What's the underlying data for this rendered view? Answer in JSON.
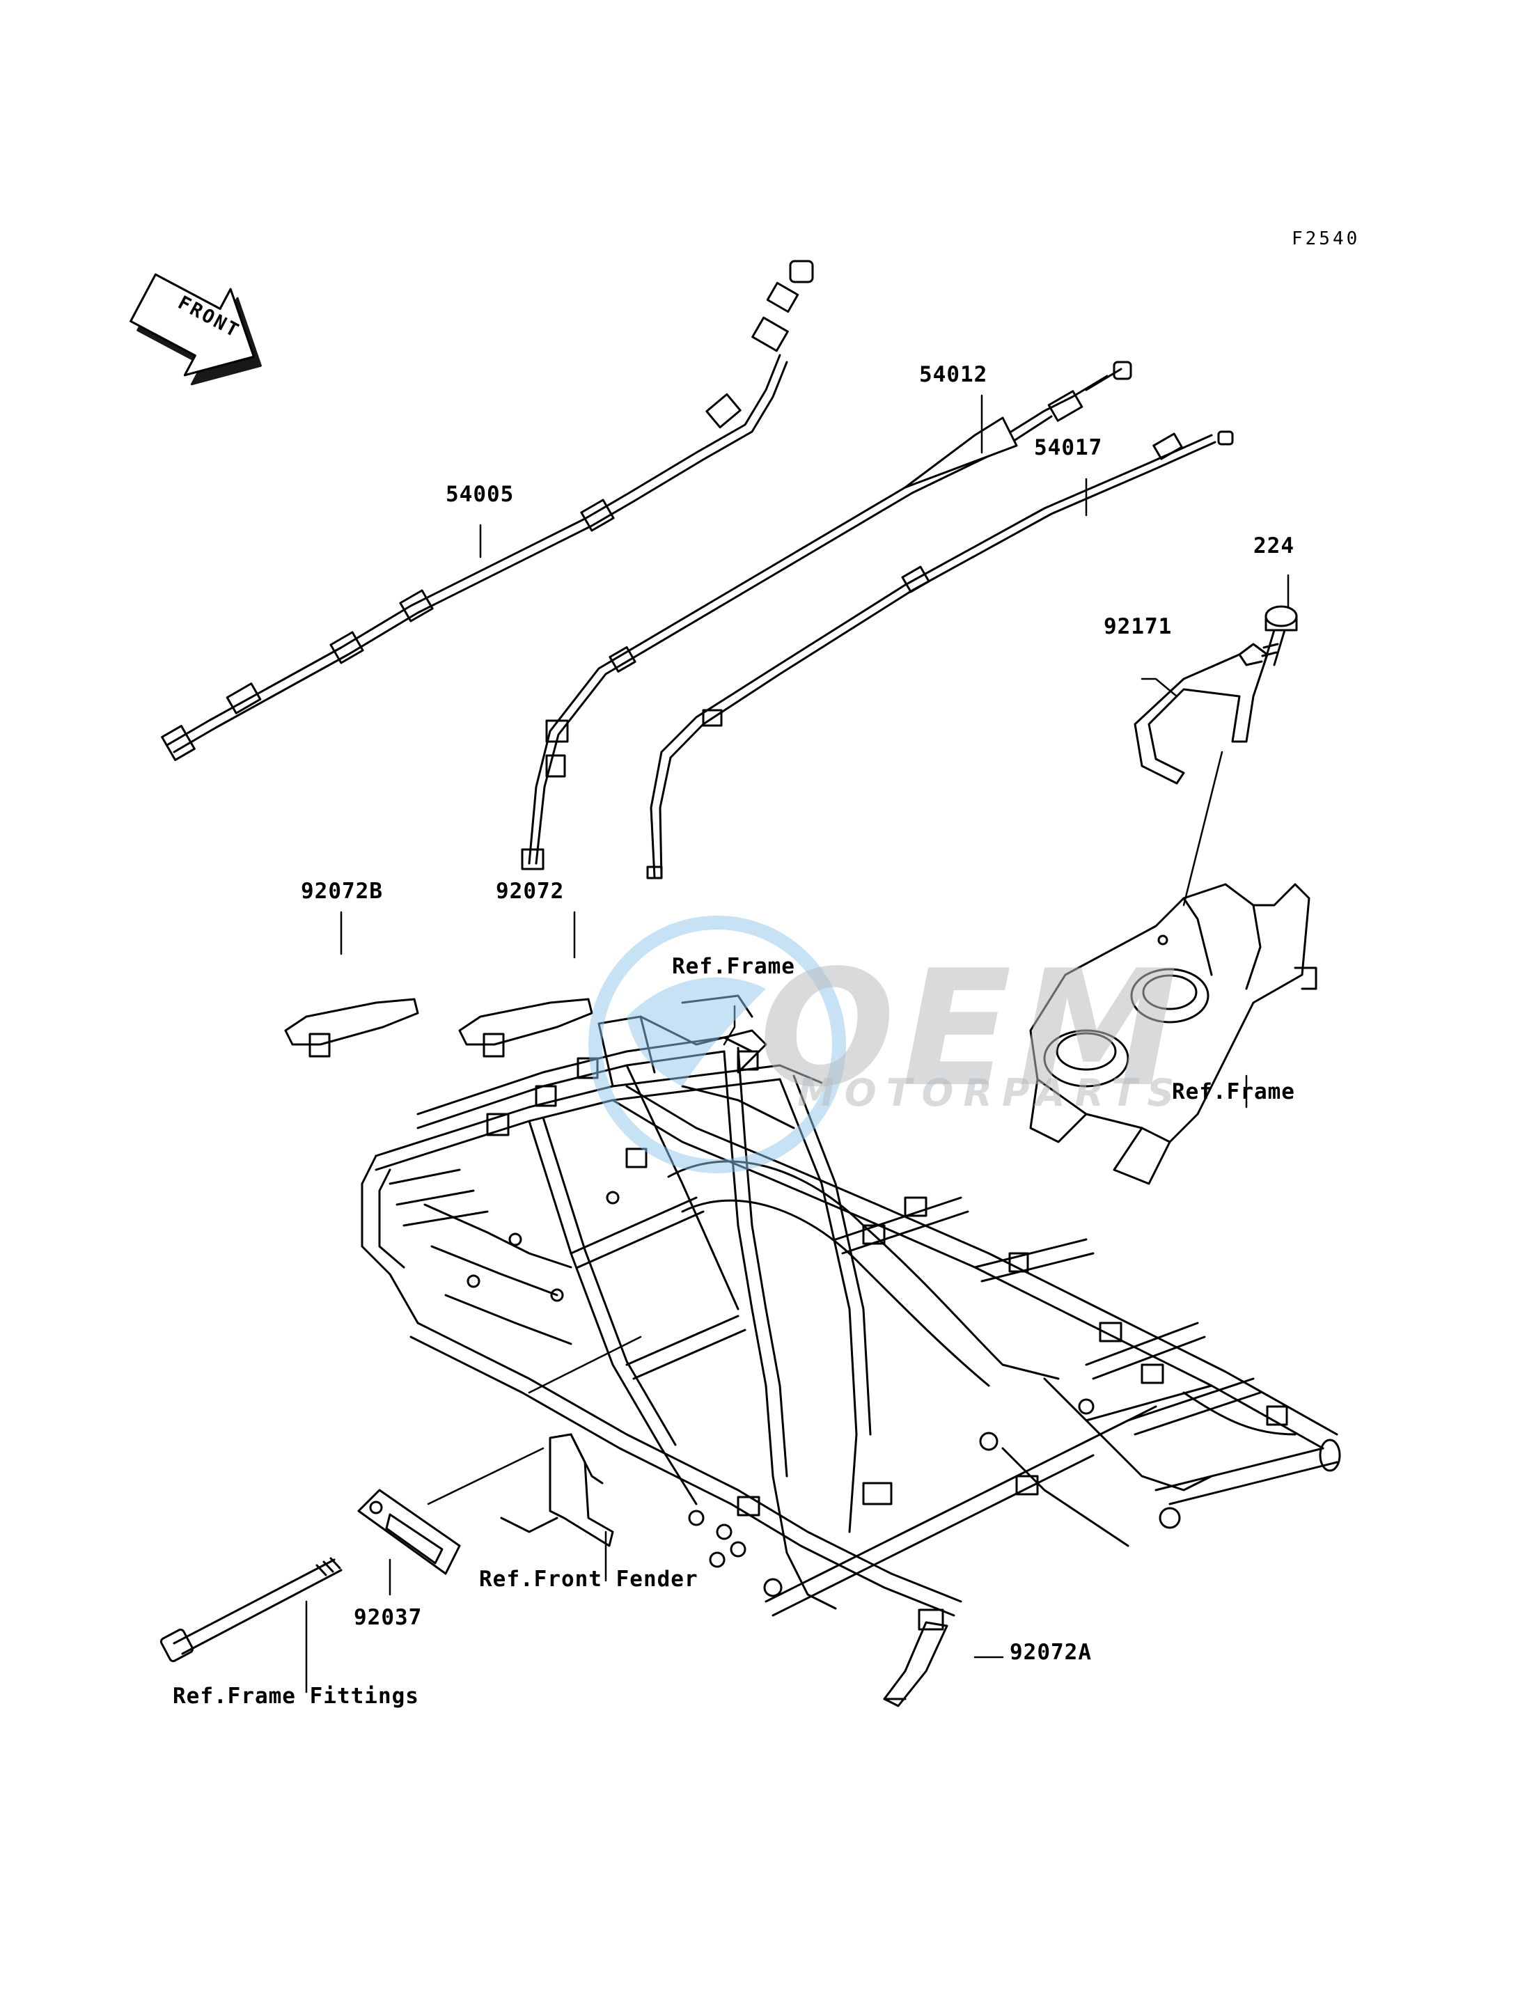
{
  "figure_code": "F2540",
  "direction_indicator": "FRONT",
  "watermark": {
    "brand": "OEM",
    "subtitle": "MOTORPARTS"
  },
  "callouts": {
    "p54005": "54005",
    "p54012": "54012",
    "p54017": "54017",
    "p224": "224",
    "p92171": "92171",
    "p92072B": "92072B",
    "p92072": "92072",
    "p92072A": "92072A",
    "p92037": "92037",
    "ref_frame_center": "Ref.Frame",
    "ref_frame_right": "Ref.Frame",
    "ref_front_fender": "Ref.Front Fender",
    "ref_frame_fittings": "Ref.Frame Fittings"
  },
  "colors": {
    "line": "#000000",
    "watermark_blue": "#8fc6ea",
    "watermark_gray": "#b9bcc0"
  }
}
